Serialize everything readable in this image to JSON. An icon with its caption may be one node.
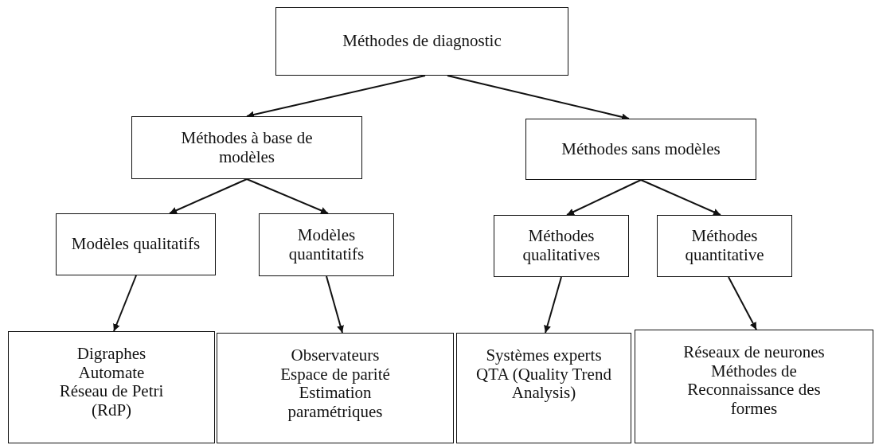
{
  "diagram": {
    "nodes": [
      {
        "text": [
          "Méthodes de diagnostic"
        ]
      },
      {
        "text": [
          "Méthodes à base de modèles"
        ]
      },
      {
        "text": [
          "Méthodes sans modèles"
        ]
      },
      {
        "text": [
          "Modèles qualitatifs"
        ]
      },
      {
        "text": [
          "Modèles quantitatifs"
        ]
      },
      {
        "text": [
          "Méthodes qualitatives"
        ]
      },
      {
        "text": [
          "Méthodes quantitative"
        ]
      },
      {
        "text": [
          "Digraphes",
          "Automate",
          "Réseau de Petri (RdP)"
        ]
      },
      {
        "text": [
          "Observateurs",
          "Espace de parité",
          "Estimation paramétriques"
        ]
      },
      {
        "text": [
          "Systèmes experts",
          "QTA (Quality Trend Analysis)"
        ]
      },
      {
        "text": [
          "Réseaux de neurones",
          "Méthodes de Reconnaissance des formes"
        ]
      }
    ],
    "edges": [
      {
        "from": 0,
        "to": 1,
        "arrow": "to"
      },
      {
        "from": 0,
        "to": 2,
        "arrow": "to"
      },
      {
        "from": 1,
        "to": 3,
        "arrow": "to"
      },
      {
        "from": 1,
        "to": 4,
        "arrow": "to"
      },
      {
        "from": 2,
        "to": 5,
        "arrow": "to"
      },
      {
        "from": 2,
        "to": 6,
        "arrow": "to"
      },
      {
        "from": 3,
        "to": 7,
        "arrow": "to"
      },
      {
        "from": 4,
        "to": 8,
        "arrow": "to"
      },
      {
        "from": 5,
        "to": 9,
        "arrow": "to"
      },
      {
        "from": 6,
        "to": 10,
        "arrow": "to"
      }
    ]
  }
}
